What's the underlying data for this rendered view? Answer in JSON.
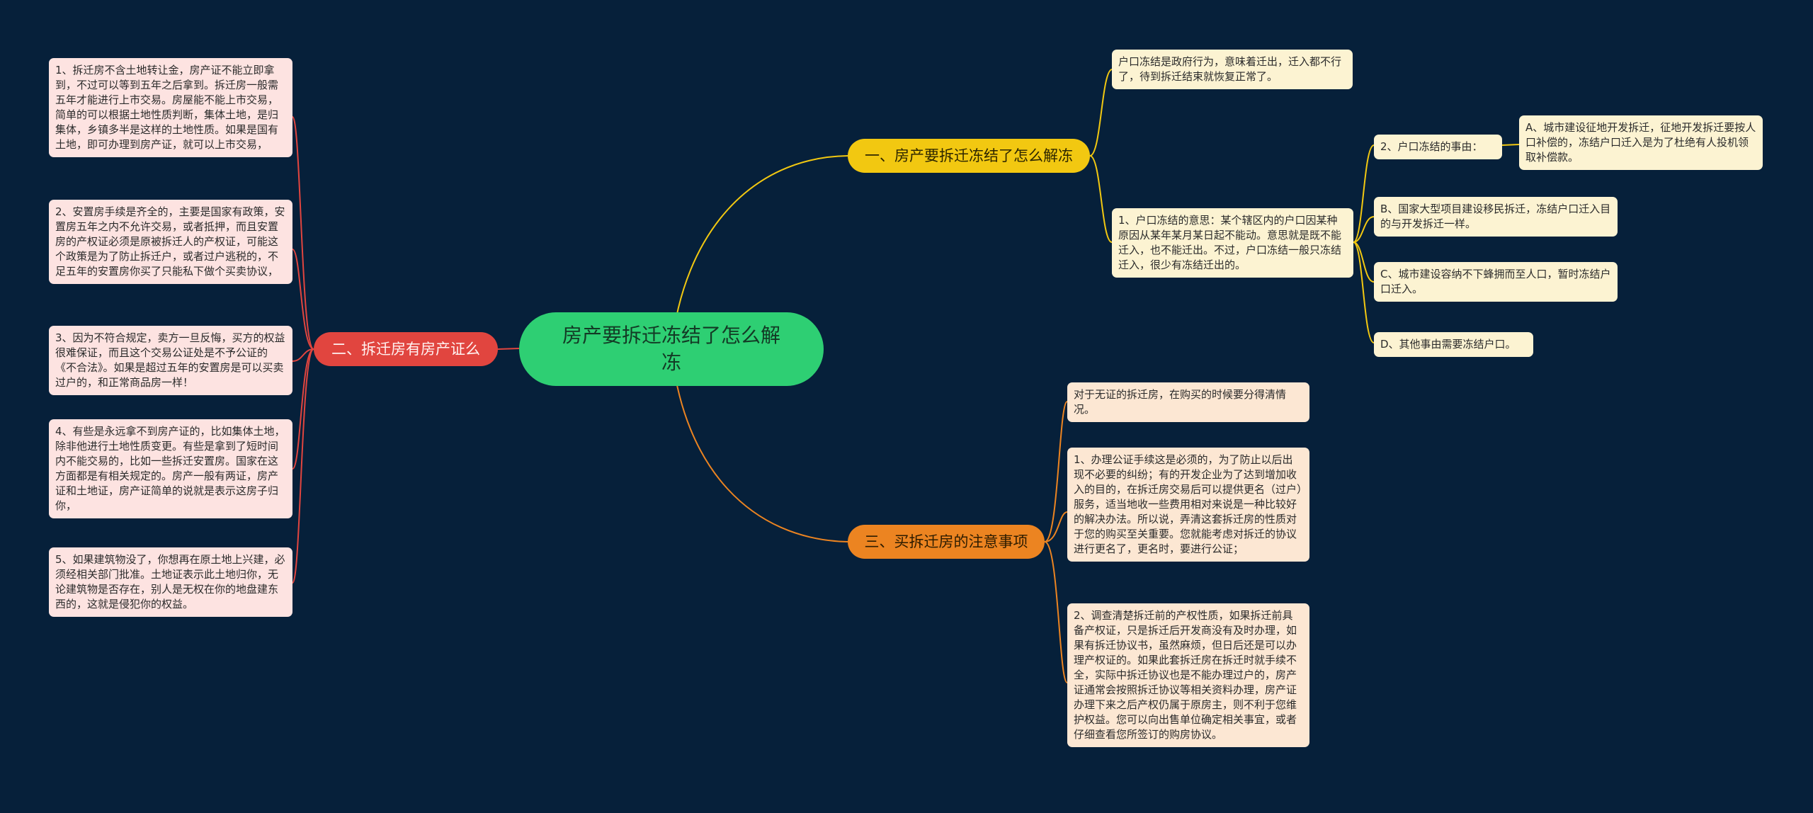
{
  "root": {
    "label": "房产要拆迁冻结了怎么解冻"
  },
  "branches": {
    "b1": {
      "label": "一、房产要拆迁冻结了怎么解冻",
      "notes": [
        "户口冻结是政府行为，意味着迁出，迁入都不行了，待到拆迁结束就恢复正常了。",
        "1、户口冻结的意思：某个辖区内的户口因某种原因从某年某月某日起不能动。意思就是既不能迁入，也不能迁出。不过，户口冻结一般只冻结迁入，很少有冻结迁出的。"
      ],
      "reasons_label": "2、户口冻结的事由：",
      "reasons": [
        "A、城市建设征地开发拆迁，征地开发拆迁要按人口补偿的，冻结户口迁入是为了杜绝有人投机领取补偿款。",
        "B、国家大型项目建设移民拆迁，冻结户口迁入目的与开发拆迁一样。",
        "C、城市建设容纳不下蜂拥而至人口，暂时冻结户口迁入。",
        "D、其他事由需要冻结户口。"
      ]
    },
    "b2": {
      "label": "二、拆迁房有房产证么",
      "items": [
        "1、拆迁房不含土地转让金，房产证不能立即拿到，不过可以等到五年之后拿到。拆迁房一般需五年才能进行上市交易。房屋能不能上市交易，简单的可以根据土地性质判断，集体土地，是归集体，乡镇多半是这样的土地性质。如果是国有土地，即可办理到房产证，就可以上市交易，",
        "2、安置房手续是齐全的，主要是国家有政策，安置房五年之内不允许交易，或者抵押，而且安置房的产权证必须是原被拆迁人的产权证，可能这个政策是为了防止拆迁户，或者过户逃税的，不足五年的安置房你买了只能私下做个买卖协议，",
        "3、因为不符合规定，卖方一旦反悔，买方的权益很难保证，而且这个交易公证处是不予公证的《不合法》。如果是超过五年的安置房是可以买卖过户的，和正常商品房一样！",
        "4、有些是永远拿不到房产证的，比如集体土地，除非他进行土地性质变更。有些是拿到了短时间内不能交易的，比如一些拆迁安置房。国家在这方面都是有相关规定的。房产一般有两证，房产证和土地证，房产证简单的说就是表示这房子归你，",
        "5、如果建筑物没了，你想再在原土地上兴建，必须经相关部门批准。土地证表示此土地归你，无论建筑物是否存在，别人是无权在你的地盘建东西的，这就是侵犯你的权益。"
      ]
    },
    "b3": {
      "label": "三、买拆迁房的注意事项",
      "items": [
        "对于无证的拆迁房，在购买的时候要分得清情况。",
        "1、办理公证手续这是必须的，为了防止以后出现不必要的纠纷；有的开发企业为了达到增加收入的目的，在拆迁房交易后可以提供更名（过户）服务，适当地收一些费用相对来说是一种比较好的解决办法。所以说，弄清这套拆迁房的性质对于您的购买至关重要。您就能考虑对拆迁的协议进行更名了，更名时，要进行公证；",
        "2、调查清楚拆迁前的产权性质，如果拆迁前具备产权证，只是拆迁后开发商没有及时办理，如果有拆迁协议书，虽然麻烦，但日后还是可以办理产权证的。如果此套拆迁房在拆迁时就手续不全，实际中拆迁协议也是不能办理过户的，房产证通常会按照拆迁协议等相关资料办理，房产证办理下来之后产权仍属于原房主，则不利于您维护权益。您可以向出售单位确定相关事宜，或者仔细查看您所签订的购房协议。"
      ]
    }
  },
  "colors": {
    "background": "#06203a",
    "root": "#2ecf73",
    "branch1": "#f2c811",
    "branch2": "#e1453f",
    "branch3": "#ec8421"
  }
}
